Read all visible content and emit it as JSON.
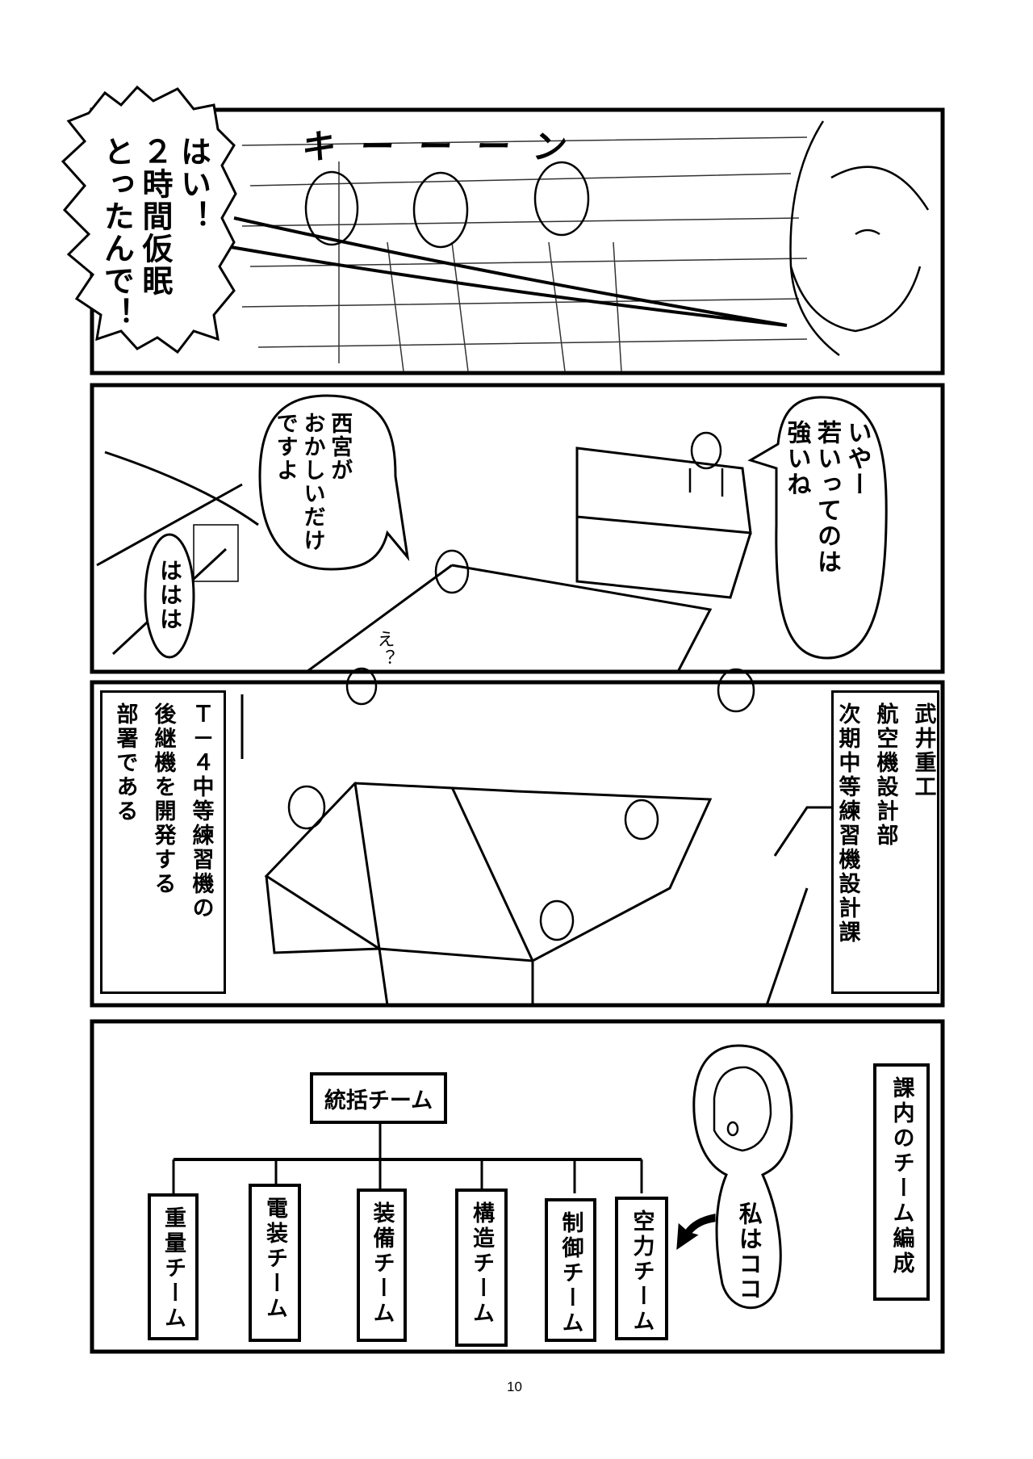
{
  "panel1": {
    "speech": "はい！\n２時間仮眠\nとったんで！",
    "sfx": "キーーーン"
  },
  "panel2": {
    "speech_boss": "いやー\n若いってのは\n強いね",
    "speech_coworker": "西宮が\nおかしいだけ\nですよ",
    "laugh": "ははは",
    "reaction": "え？"
  },
  "panel3": {
    "caption_right": [
      "武井重工",
      "航空機設計部",
      "次期中等練習機設計課"
    ],
    "caption_left": [
      "Ｔ－４中等練習機の",
      "後継機を開発する",
      "部署である"
    ]
  },
  "panel4": {
    "title": "課内のチーム編成",
    "top_team": "統括チーム",
    "teams": [
      "重量チーム",
      "電装チーム",
      "装備チーム",
      "構造チーム",
      "制御チーム",
      "空力チーム"
    ],
    "speech": "私はココ"
  },
  "page_number": "10"
}
